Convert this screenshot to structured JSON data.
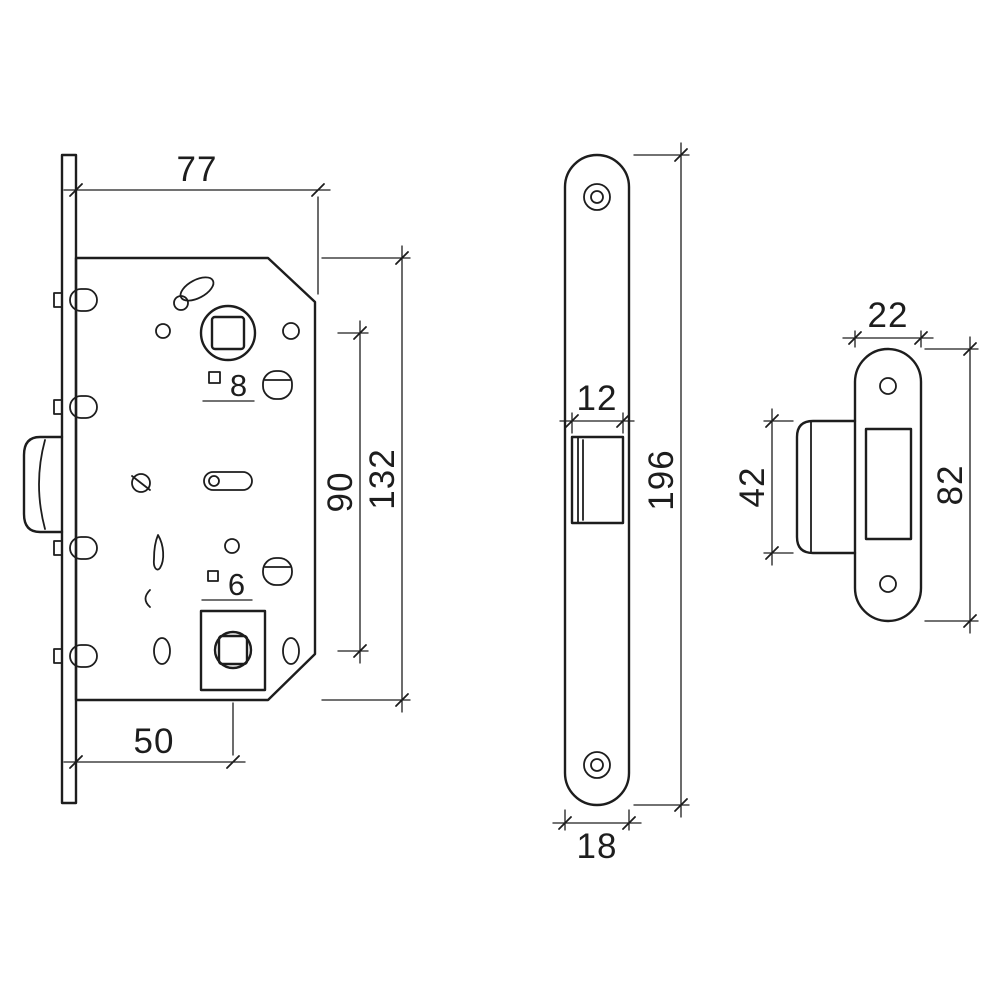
{
  "drawing": {
    "title": "mortise-lock-dimension-drawing",
    "views": {
      "lock_body": {
        "width": "77",
        "spindle_square": "8",
        "centers_distance": "90",
        "case_height": "132",
        "wc_square": "6",
        "backset": "50"
      },
      "faceplate": {
        "latch_width": "12",
        "height": "196",
        "width": "18"
      },
      "strike_plate": {
        "width": "22",
        "lip_height": "42",
        "height": "82"
      }
    },
    "icons": {
      "square_dimension": "square-outline-symbol"
    }
  },
  "colors": {
    "line": "#1d1d1d",
    "background": "#ffffff"
  }
}
